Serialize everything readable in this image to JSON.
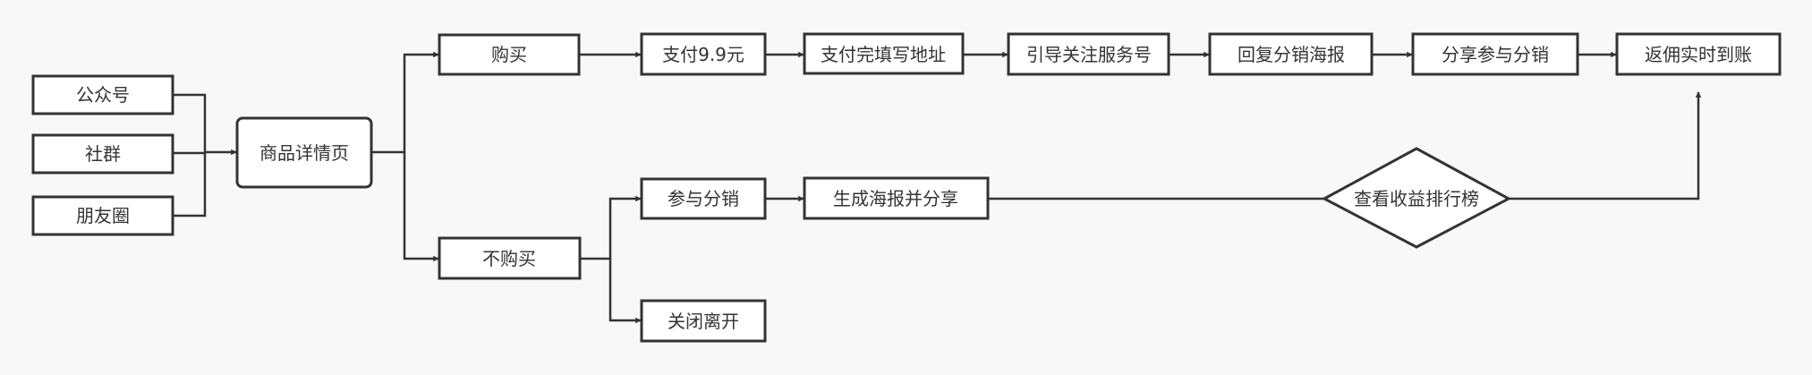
{
  "colors": {
    "background": "#f8f8f8",
    "stroke": "#333333",
    "text": "#333333",
    "node_fill": "#ffffff"
  },
  "nodes": {
    "gongzhonghao": "公众号",
    "shequn": "社群",
    "pengyouquan": "朋友圈",
    "shangpin": "商品详情页",
    "goumai": "购买",
    "bugoumai": "不购买",
    "zhifu": "支付9.9元",
    "tianxie": "支付完填写地址",
    "yindao": "引导关注服务号",
    "huifu": "回复分销海报",
    "fenxiang": "分享参与分销",
    "fanyong": "返佣实时到账",
    "canyu": "参与分销",
    "shengcheng": "生成海报并分享",
    "chakan": "查看收益排行榜",
    "guanbi": "关闭离开"
  }
}
